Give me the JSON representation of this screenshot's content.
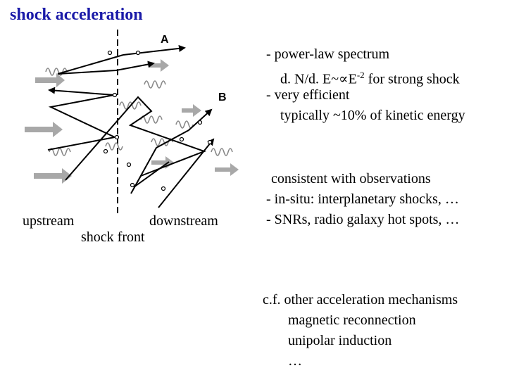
{
  "title": "shock acceleration",
  "diagram": {
    "label_a": "A",
    "label_b": "B",
    "upstream": "upstream",
    "downstream": "downstream",
    "shock_front": "shock front"
  },
  "bullets1": {
    "line1": "- power-law spectrum",
    "line2a": "d. N/d. E~",
    "line2_symbol": "∝",
    "line2b": "E",
    "line2_sup": "-2",
    "line2c": " for strong shock",
    "line3": "- very efficient",
    "line4": "typically ~10% of kinetic energy"
  },
  "bullets2": {
    "line1": "consistent with observations",
    "line2": "- in-situ: interplanetary shocks, …",
    "line3": "- SNRs, radio galaxy hot spots, …"
  },
  "bullets3": {
    "line1": "c.f. other acceleration mechanisms",
    "line2": "magnetic reconnection",
    "line3": "unipolar induction",
    "line4": "…"
  }
}
